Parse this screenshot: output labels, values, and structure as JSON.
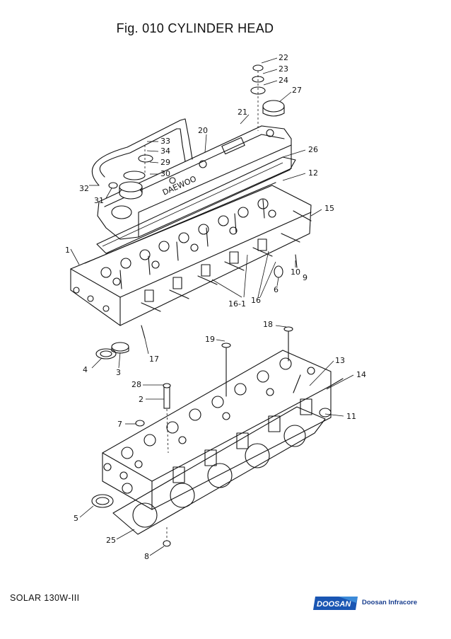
{
  "page": {
    "title": "Fig. 010 CYLINDER HEAD",
    "footer_model": "SOLAR 130W-III",
    "brand": {
      "logo_text": "DOOSAN",
      "company_name": "Doosan Infracore",
      "logo_color": "#1a56b3"
    }
  },
  "diagram": {
    "cover_label": "DAEWOO",
    "callouts": [
      "22",
      "23",
      "24",
      "27",
      "21",
      "20",
      "33",
      "34",
      "29",
      "30",
      "26",
      "12",
      "32",
      "31",
      "15",
      "1",
      "10",
      "9",
      "6",
      "16-1",
      "16",
      "18",
      "19",
      "17",
      "4",
      "3",
      "13",
      "14",
      "28",
      "2",
      "11",
      "7",
      "5",
      "25",
      "8"
    ]
  }
}
